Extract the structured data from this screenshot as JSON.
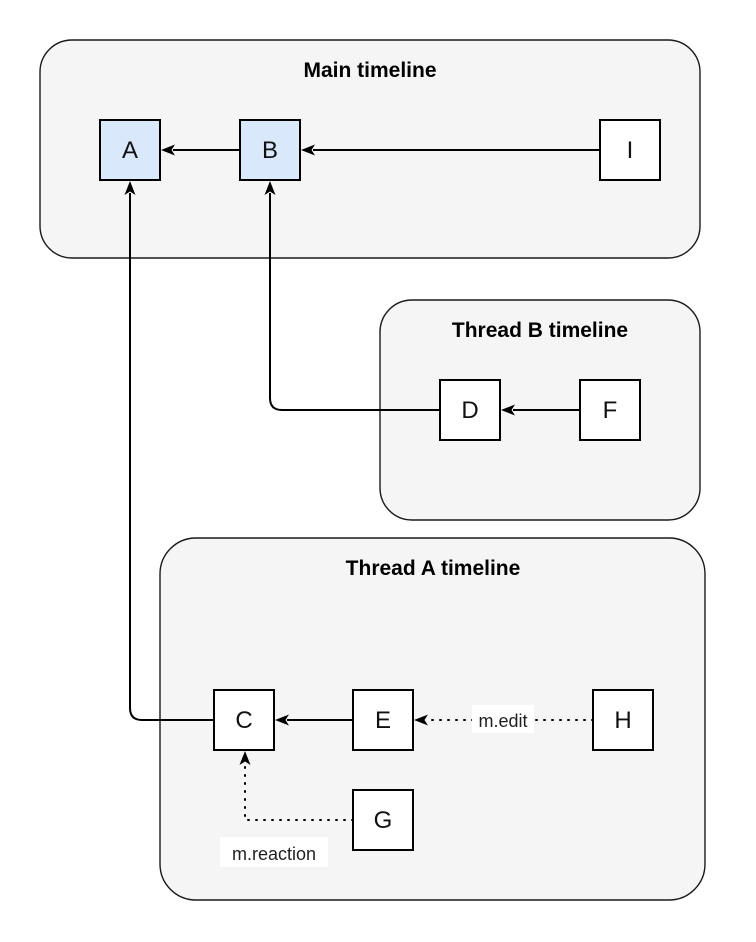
{
  "diagram": {
    "containers": {
      "main": {
        "title": "Main timeline"
      },
      "thread_b": {
        "title": "Thread B timeline"
      },
      "thread_a": {
        "title": "Thread A timeline"
      }
    },
    "nodes": {
      "a": {
        "label": "A",
        "highlighted": true
      },
      "b": {
        "label": "B",
        "highlighted": true
      },
      "i": {
        "label": "I",
        "highlighted": false
      },
      "d": {
        "label": "D",
        "highlighted": false
      },
      "f": {
        "label": "F",
        "highlighted": false
      },
      "c": {
        "label": "C",
        "highlighted": false
      },
      "e": {
        "label": "E",
        "highlighted": false
      },
      "h": {
        "label": "H",
        "highlighted": false
      },
      "g": {
        "label": "G",
        "highlighted": false
      }
    },
    "edges": [
      {
        "from": "B",
        "to": "A",
        "style": "solid"
      },
      {
        "from": "I",
        "to": "B",
        "style": "solid"
      },
      {
        "from": "F",
        "to": "D",
        "style": "solid"
      },
      {
        "from": "D",
        "to": "B",
        "style": "solid"
      },
      {
        "from": "C",
        "to": "A",
        "style": "solid"
      },
      {
        "from": "E",
        "to": "C",
        "style": "solid"
      },
      {
        "from": "H",
        "to": "E",
        "style": "dotted",
        "label": "m.edit"
      },
      {
        "from": "G",
        "to": "C",
        "style": "dotted",
        "label": "m.reaction"
      }
    ],
    "edge_labels": {
      "edit": "m.edit",
      "reaction": "m.reaction"
    },
    "colors": {
      "canvas_bg": "#ffffff",
      "container_fill": "#f5f5f5",
      "container_stroke": "#1a1a1a",
      "node_fill": "#ffffff",
      "node_highlight_fill": "#dae8fc",
      "node_stroke": "#000000",
      "edge_color": "#000000",
      "edge_label_bg": "#ffffff",
      "text_color": "#000000"
    }
  }
}
